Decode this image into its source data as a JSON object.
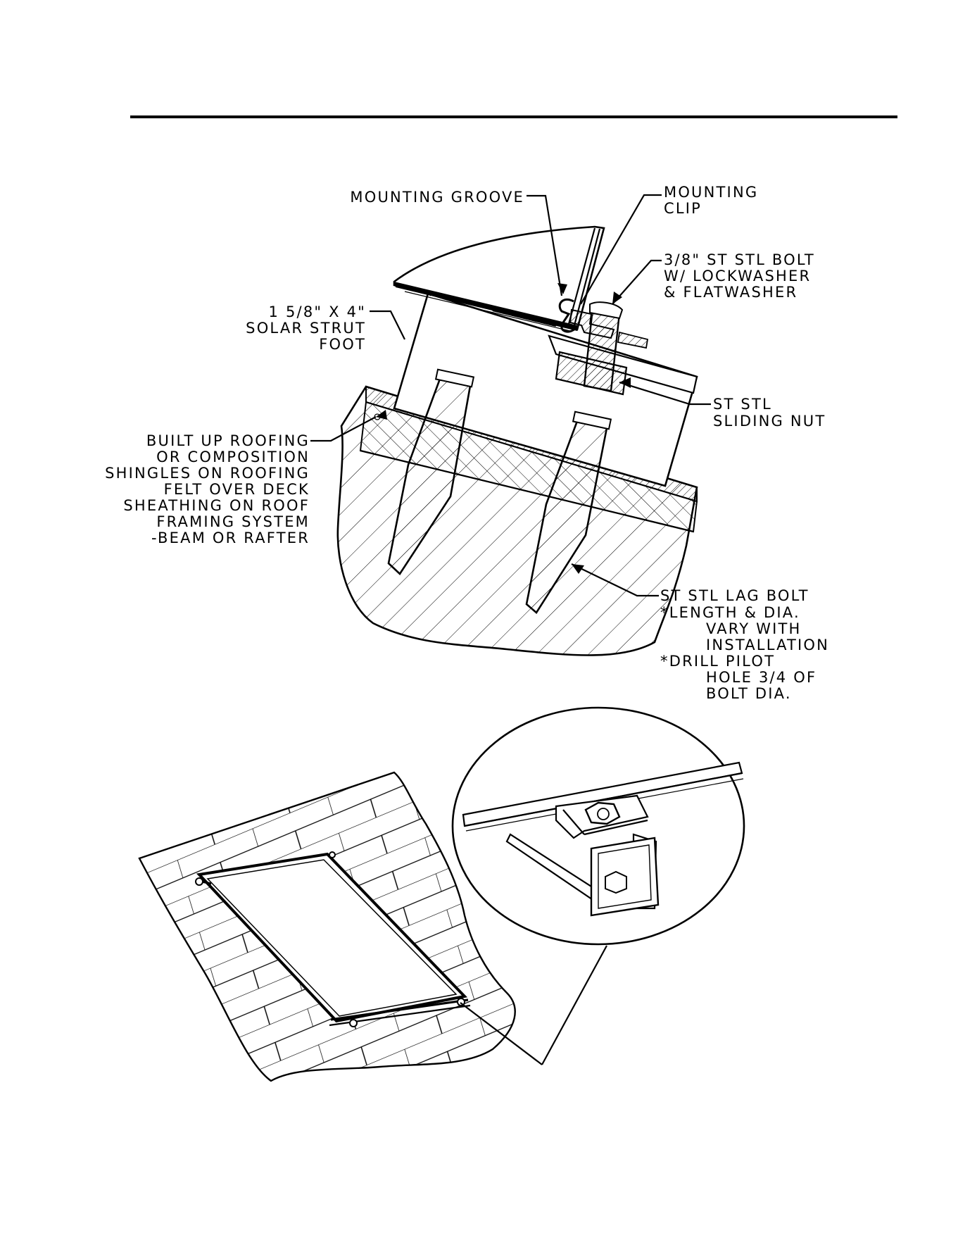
{
  "labels": {
    "mounting_groove": "MOUNTING GROOVE",
    "mounting_clip": [
      "MOUNTING",
      "CLIP"
    ],
    "bolt": [
      "3/8\" ST STL BOLT",
      "W/ LOCKWASHER",
      "& FLATWASHER"
    ],
    "strut_foot": [
      "1 5/8\" X 4\"",
      "SOLAR STRUT",
      "FOOT"
    ],
    "sliding_nut": [
      "ST STL",
      "SLIDING NUT"
    ],
    "roofing": [
      "BUILT UP ROOFING",
      "OR COMPOSITION",
      "SHINGLES ON ROOFING",
      "FELT OVER DECK",
      "SHEATHING ON ROOF",
      "FRAMING SYSTEM",
      "-BEAM OR RAFTER"
    ],
    "lag_bolt": [
      "ST STL LAG BOLT",
      "*LENGTH & DIA.",
      "VARY WITH",
      "INSTALLATION",
      "*DRILL PILOT",
      "HOLE 3/4 OF",
      "BOLT DIA."
    ]
  }
}
